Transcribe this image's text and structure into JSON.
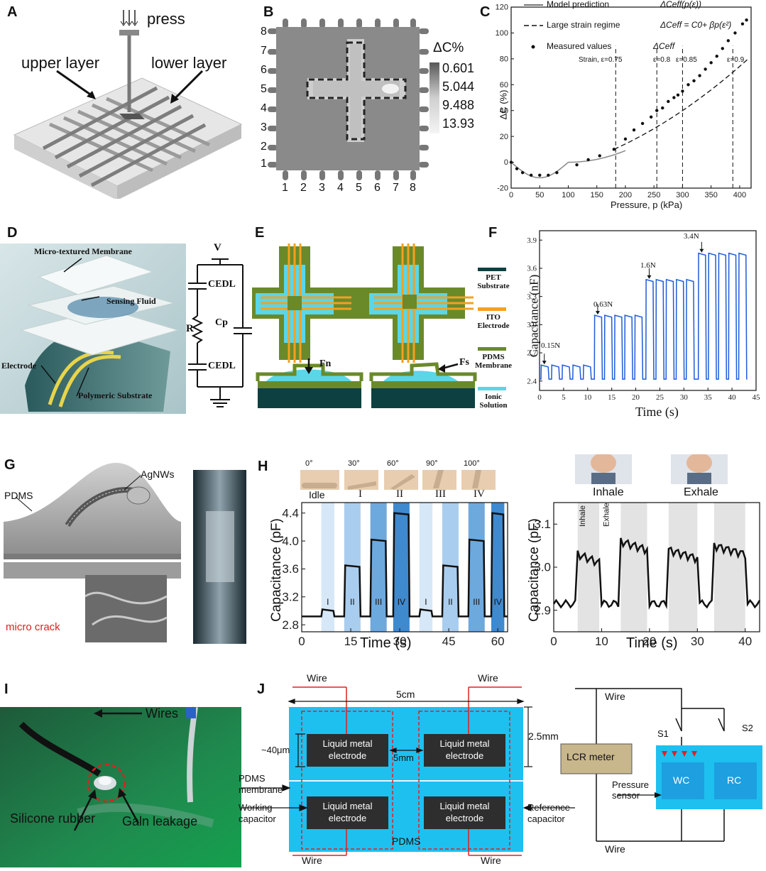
{
  "labels": {
    "A": "A",
    "B": "B",
    "C": "C",
    "D": "D",
    "E": "E",
    "F": "F",
    "G": "G",
    "H": "H",
    "I": "I",
    "J": "J"
  },
  "A": {
    "press": "press",
    "upper": "upper layer",
    "lower": "lower layer"
  },
  "B": {
    "legend_title": "ΔC%",
    "legend_values": [
      "0.601",
      "5.044",
      "9.488",
      "13.93"
    ],
    "row_ticks": [
      "8",
      "7",
      "6",
      "5",
      "4",
      "3",
      "2",
      "1"
    ],
    "col_ticks": [
      "1",
      "2",
      "3",
      "4",
      "5",
      "6",
      "7",
      "8"
    ]
  },
  "C": {
    "legend": [
      {
        "label": "Model prediction",
        "formula": "ΔCeff(p(ε))"
      },
      {
        "label": "Large strain regime",
        "formula": "ΔCeff = C0+ βp(ε²)"
      },
      {
        "label": "Measured values",
        "formula": "ΔCeff"
      }
    ],
    "strain_labels": [
      "Strain, ε=0.75",
      "ε=0.8",
      "ε=0.85",
      "ε=0.9"
    ],
    "xlabel": "Pressure, p (kPa)",
    "ylabel": "ΔC (%)"
  },
  "D": {
    "membrane": "Micro-textured Membrane",
    "fluid": "Sensing Fluid",
    "electrode": "Electrode",
    "substrate": "Polymeric Substrate",
    "V": "V",
    "CEDL": "CEDL",
    "R": "R",
    "Cp": "Cp"
  },
  "E": {
    "pet": "PET Substrate",
    "ito": "ITO Electrode",
    "pdms": "PDMS Membrane",
    "ionic": "Ionic Solution",
    "Fn": "Fn",
    "Fs": "Fs"
  },
  "F": {
    "ylabel": "Capacitance (nF)",
    "xlabel": "Time (s)",
    "annotations": [
      "0.15N",
      "0.63N",
      "1.6N",
      "3.4N"
    ]
  },
  "G": {
    "pdms": "PDMS",
    "agnws": "AgNWs",
    "crack": "micro crack"
  },
  "H": {
    "angles": [
      "0°",
      "30°",
      "60°",
      "90°",
      "100°"
    ],
    "states": [
      "Idle",
      "I",
      "II",
      "III",
      "IV"
    ],
    "bar_labels": [
      "I",
      "II",
      "III",
      "IV",
      "I",
      "II",
      "III",
      "IV"
    ],
    "left_ylabel": "Capacitance (pF)",
    "left_xlabel": "Time (s)",
    "right_titles": [
      "Inhale",
      "Exhale"
    ],
    "right_band_labels": [
      "Inhale",
      "Exhale"
    ],
    "right_ylabel": "Capacitance (pF)",
    "right_xlabel": "Time (s)"
  },
  "I": {
    "wires": "Wires",
    "rubber": "Silicone rubber",
    "leak": "Galn leakage"
  },
  "J": {
    "wire": "Wire",
    "w5cm": "5cm",
    "w5mm": "5mm",
    "w25": "2.5mm",
    "w40": "~40μm",
    "electrode_l1": "Liquid metal",
    "electrode_l2": "electrode",
    "pdms_membrane_l1": "PDMS",
    "pdms_membrane_l2": "membrane",
    "working_l1": "Working",
    "working_l2": "capacitor",
    "reference_l1": "Reference",
    "reference_l2": "capacitor",
    "pdms": "PDMS",
    "lcr": "LCR meter",
    "s1": "S1",
    "s2": "S2",
    "wc": "WC",
    "rc": "RC",
    "pressure_l1": "Pressure",
    "pressure_l2": "sensor"
  },
  "chart_data": [
    {
      "type": "scatter",
      "panel": "C",
      "x_range": [
        0,
        420
      ],
      "y_range": [
        -20,
        120
      ],
      "x_ticks": [
        0,
        50,
        100,
        150,
        200,
        250,
        300,
        350,
        400
      ],
      "y_ticks": [
        -20,
        0,
        20,
        40,
        60,
        80,
        100,
        120
      ],
      "strain_lines": [
        183,
        255,
        300,
        388
      ],
      "points": [
        [
          0,
          0
        ],
        [
          10,
          -5
        ],
        [
          20,
          -8
        ],
        [
          35,
          -10
        ],
        [
          50,
          -10
        ],
        [
          65,
          -10
        ],
        [
          80,
          -8
        ],
        [
          115,
          -2
        ],
        [
          135,
          2
        ],
        [
          155,
          5
        ],
        [
          180,
          10
        ],
        [
          200,
          18
        ],
        [
          215,
          25
        ],
        [
          230,
          30
        ],
        [
          245,
          35
        ],
        [
          255,
          40
        ],
        [
          265,
          42
        ],
        [
          275,
          47
        ],
        [
          285,
          50
        ],
        [
          292,
          52
        ],
        [
          300,
          55
        ],
        [
          310,
          60
        ],
        [
          320,
          63
        ],
        [
          330,
          67
        ],
        [
          340,
          72
        ],
        [
          350,
          77
        ],
        [
          360,
          82
        ],
        [
          370,
          88
        ],
        [
          380,
          94
        ],
        [
          392,
          100
        ],
        [
          405,
          107
        ],
        [
          412,
          110
        ]
      ]
    },
    {
      "type": "line",
      "panel": "F",
      "x_range": [
        0,
        45
      ],
      "y_range": [
        2.3,
        4.0
      ],
      "x_ticks": [
        0,
        5,
        10,
        15,
        20,
        25,
        30,
        35,
        40,
        45
      ],
      "y_ticks": [
        2.4,
        2.7,
        3.0,
        3.3,
        3.6,
        3.9
      ],
      "baseline": 2.42,
      "pulses": [
        {
          "level": 2.57,
          "starts": [
            0.3,
            2.5,
            4.7,
            6.9,
            9.1
          ]
        },
        {
          "level": 3.1,
          "starts": [
            11.4,
            13.5,
            15.6,
            17.7,
            19.8
          ]
        },
        {
          "level": 3.48,
          "starts": [
            22.1,
            24.2,
            26.3,
            28.4,
            30.5
          ]
        },
        {
          "level": 3.76,
          "starts": [
            33.0,
            35.1,
            37.2,
            39.3,
            41.4
          ]
        }
      ],
      "pulse_width": 1.5
    },
    {
      "type": "line",
      "panel": "H-left",
      "x_range": [
        0,
        63
      ],
      "y_range": [
        2.7,
        4.55
      ],
      "x_ticks": [
        0,
        15,
        30,
        45,
        60
      ],
      "y_ticks": [
        2.8,
        3.2,
        3.6,
        4.0,
        4.4
      ],
      "bands": [
        [
          6,
          10
        ],
        [
          13,
          18
        ],
        [
          21,
          26
        ],
        [
          28,
          33
        ],
        [
          36,
          40
        ],
        [
          43,
          48
        ],
        [
          51,
          56
        ],
        [
          58,
          62
        ]
      ],
      "levels": [
        3.02,
        3.65,
        4.02,
        4.4,
        3.02,
        3.65,
        4.02,
        4.4
      ],
      "baseline": 2.92
    },
    {
      "type": "line",
      "panel": "H-right",
      "x_range": [
        0,
        43
      ],
      "y_range": [
        2.85,
        3.15
      ],
      "x_ticks": [
        0,
        10,
        20,
        30,
        40
      ],
      "y_ticks": [
        2.9,
        3.0,
        3.1
      ],
      "bands": [
        [
          5,
          9.5
        ],
        [
          14,
          19.5
        ],
        [
          24,
          30
        ],
        [
          33.5,
          40
        ]
      ],
      "levels": [
        3.03,
        3.06,
        3.04,
        3.05
      ],
      "baseline": 2.915
    }
  ]
}
